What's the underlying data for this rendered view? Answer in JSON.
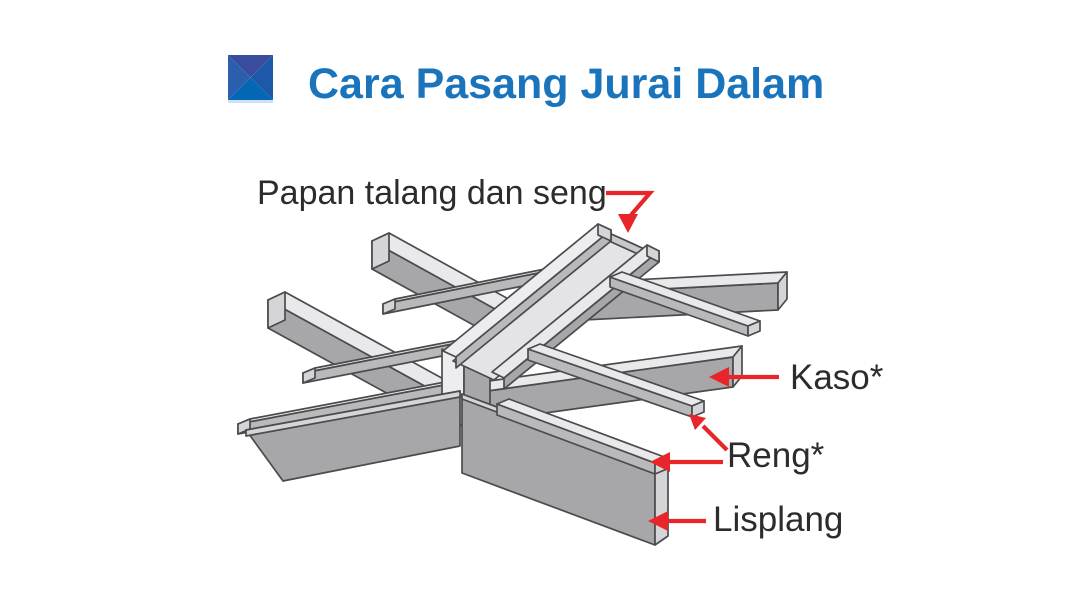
{
  "header": {
    "title": "Cara Pasang Jurai Dalam",
    "icon": "blue-diamond-logo-icon"
  },
  "annotations": {
    "papan": {
      "label": "Papan talang dan seng"
    },
    "kaso": {
      "label": "Kaso*"
    },
    "reng": {
      "label": "Reng*"
    },
    "lisplang": {
      "label": "Lisplang"
    }
  },
  "diagram": {
    "description": "Isometric line drawing of inner roof valley framing: valley gutter board with zinc strip, rafters, battens and fascia boards",
    "parts": [
      "papan-talang-channel",
      "kaso-rafters",
      "reng-battens",
      "lisplang-fascia-boards"
    ]
  },
  "colors": {
    "title": "#1a74bc",
    "label_text": "#2e2b2c",
    "arrow": "#e8252b",
    "beam_top": "#e9e9eb",
    "beam_side": "#a7a7aa",
    "beam_end": "#d5d5d8",
    "outline": "#4b4b4e",
    "background": "#ffffff",
    "logo_top": "#3a4c9e",
    "logo_left": "#2b5fae",
    "logo_right": "#1d58a9",
    "logo_bottom": "#0467b3"
  }
}
